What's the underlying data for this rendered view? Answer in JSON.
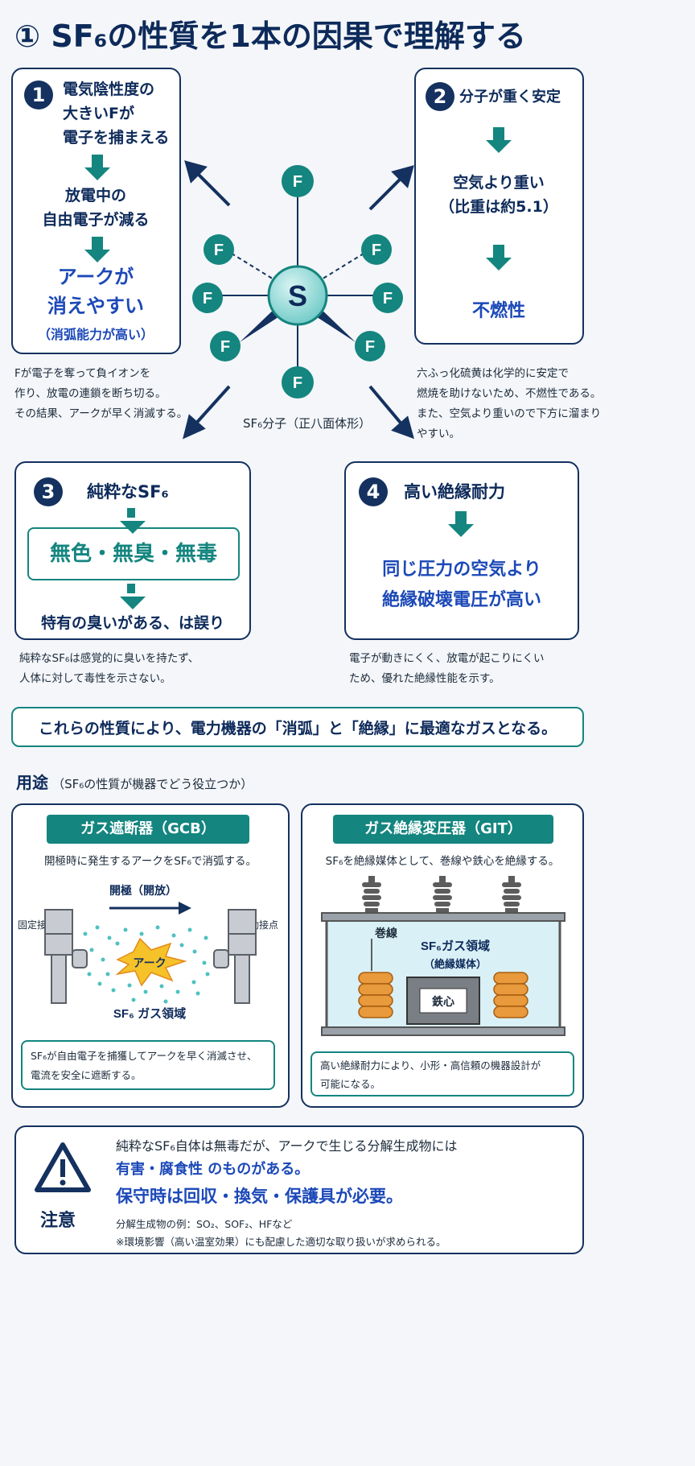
{
  "title": "SF₆の性質を1本の因果で理解する",
  "title_num": "①",
  "box1": {
    "num": "1",
    "line1": "電気陰性度の",
    "line2": "大きいFが",
    "line3": "電子を捕まえる",
    "mid1": "放電中の",
    "mid2": "自由電子が減る",
    "res1": "アークが",
    "res2": "消えやすい",
    "res3": "（消弧能力が高い）",
    "caption": [
      "Fが電子を奪って負イオンを",
      "作り、放電の連鎖を断ち切る。",
      "その結果、アークが早く消滅する。"
    ]
  },
  "box2": {
    "num": "2",
    "head": "分子が重く安定",
    "mid1": "空気より重い",
    "mid2": "（比重は約5.1）",
    "res": "不燃性",
    "caption": [
      "六ふっ化硫黄は化学的に安定で",
      "燃焼を助けないため、不燃性である。",
      "また、空気より重いので下方に溜まり",
      "やすい。"
    ]
  },
  "molecule": {
    "center": "S",
    "atom": "F",
    "label": "SF₆分子（正八面体形）"
  },
  "box3": {
    "num": "3",
    "head": "純粋なSF₆",
    "mid": "無色・無臭・無毒",
    "res": "特有の臭いがある、は誤り",
    "caption": [
      "純粋なSF₆は感覚的に臭いを持たず、",
      "人体に対して毒性を示さない。"
    ]
  },
  "box4": {
    "num": "4",
    "head": "高い絶縁耐力",
    "res1": "同じ圧力の空気より",
    "res2": "絶縁破壊電圧が高い",
    "caption": [
      "電子が動きにくく、放電が起こりにくい",
      "ため、優れた絶縁性能を示す。"
    ]
  },
  "summary": "これらの性質により、電力機器の「消弧」と「絶縁」に最適なガスとなる。",
  "usage": {
    "head": "用途",
    "sub": "（SF₆の性質が機器でどう役立つか）"
  },
  "gcb": {
    "title": "ガス遮断器（GCB）",
    "desc": "開極時に発生するアークをSF₆で消弧する。",
    "open_label": "開極（開放）",
    "fixed": "固定接点",
    "moving": "可動接点",
    "arc": "アーク",
    "gas": "SF₆ ガス領域",
    "note1": "SF₆が自由電子を捕獲してアークを早く消滅させ、",
    "note2": "電流を安全に遮断する。"
  },
  "git": {
    "title": "ガス絶縁変圧器（GIT）",
    "desc": "SF₆を絶縁媒体として、巻線や鉄心を絶縁する。",
    "winding": "巻線",
    "gas1": "SF₆ガス領域",
    "gas2": "（絶縁媒体）",
    "core": "鉄心",
    "note1": "高い絶縁耐力により、小形・高信頼の機器設計が",
    "note2": "可能になる。"
  },
  "warning": {
    "label": "注意",
    "line1": "純粋なSF₆自体は無毒だが、アークで生じる分解生成物には",
    "line2": "有害・腐食性 のものがある。",
    "line3": "保守時は回収・換気・保護具が必要。",
    "line4": "分解生成物の例：SO₂、SOF₂、HFなど",
    "line5": "※環境影響（高い温室効果）にも配慮した適切な取り扱いが求められる。"
  },
  "colors": {
    "navy": "#14315f",
    "blue": "#1c49b8",
    "teal": "#14857f",
    "gas": "#4ec1c0",
    "coil": "#e89a3c"
  }
}
